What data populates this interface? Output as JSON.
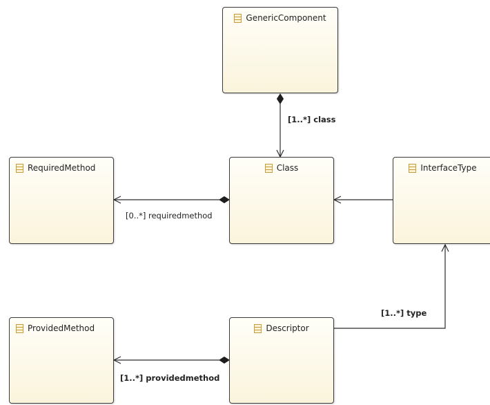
{
  "diagram": {
    "classes": {
      "generic_component": "GenericComponent",
      "class": "Class",
      "required_method": "RequiredMethod",
      "interface_type": "InterfaceType",
      "provided_method": "ProvidedMethod",
      "descriptor": "Descriptor"
    },
    "edges": {
      "class_label": "[1..*] class",
      "requiredmethod_label": "[0..*] requiredmethod",
      "type_label": "[1..*] type",
      "providedmethod_label": "[1..*] providedmethod"
    }
  },
  "colors": {
    "box_fill_top": "#fffef8",
    "box_fill_bottom": "#fbf4dc",
    "box_border": "#3a3a3a",
    "line": "#2a2a2a",
    "icon": "#c99a3b"
  },
  "icons": {
    "class_icon": "class-icon"
  }
}
